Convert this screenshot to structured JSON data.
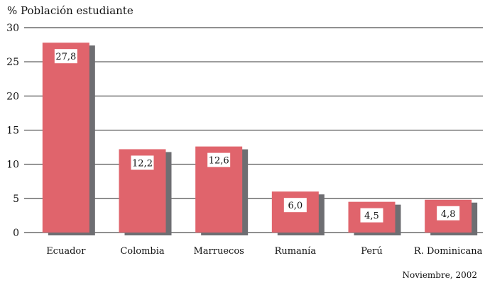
{
  "chart_data": {
    "type": "bar",
    "ylabel": "% Población estudiante",
    "categories": [
      "Ecuador",
      "Colombia",
      "Marruecos",
      "Rumanía",
      "Perú",
      "R. Dominicana"
    ],
    "values": [
      27.8,
      12.2,
      12.6,
      6.0,
      4.5,
      4.8
    ],
    "value_labels": [
      "27,8",
      "12,2",
      "12,6",
      "6,0",
      "4,5",
      "4,8"
    ],
    "yticks": [
      "0",
      "5",
      "10",
      "15",
      "20",
      "25",
      "30"
    ],
    "ylim": [
      0,
      30
    ],
    "grid": true,
    "bar_color": "#e0646c",
    "shadow_color": "#6e6e72",
    "note": "Noviembre, 2002"
  }
}
